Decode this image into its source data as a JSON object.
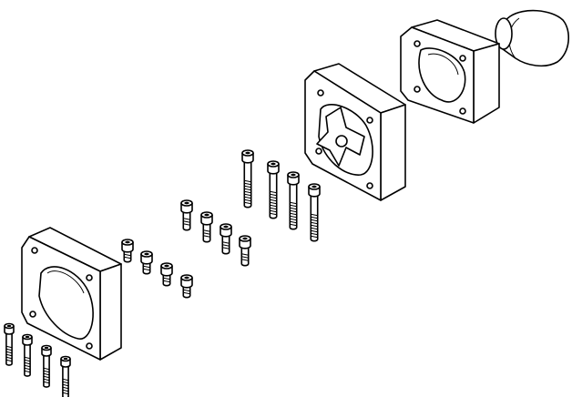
{
  "illustration": {
    "kind": "exploded-view",
    "colors": {
      "line": "#000000",
      "fill": "#ffffff",
      "background": "#ffffff"
    },
    "parts": [
      {
        "name": "motor-flange-plate"
      },
      {
        "name": "coupling-housing-plate"
      },
      {
        "name": "adapter-housing"
      },
      {
        "name": "coupling-hub"
      }
    ],
    "screw_groups": [
      {
        "name": "long-screws-left",
        "count": 4
      },
      {
        "name": "short-screws",
        "count": 4
      },
      {
        "name": "medium-screws",
        "count": 4
      },
      {
        "name": "long-screws-middle",
        "count": 4
      }
    ]
  }
}
